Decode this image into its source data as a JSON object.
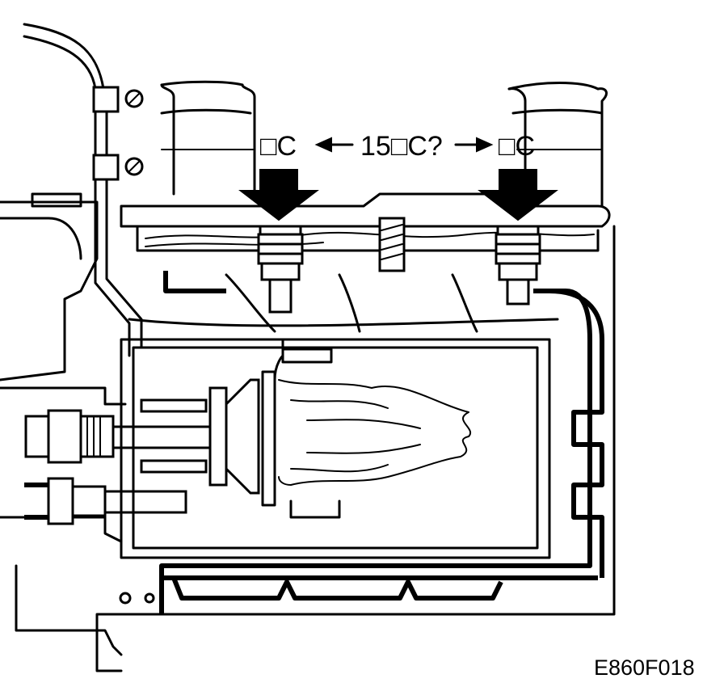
{
  "labels": {
    "left_temp": "□C",
    "difference": "15□C?",
    "right_temp": "□C"
  },
  "figure_code": "E860F018"
}
